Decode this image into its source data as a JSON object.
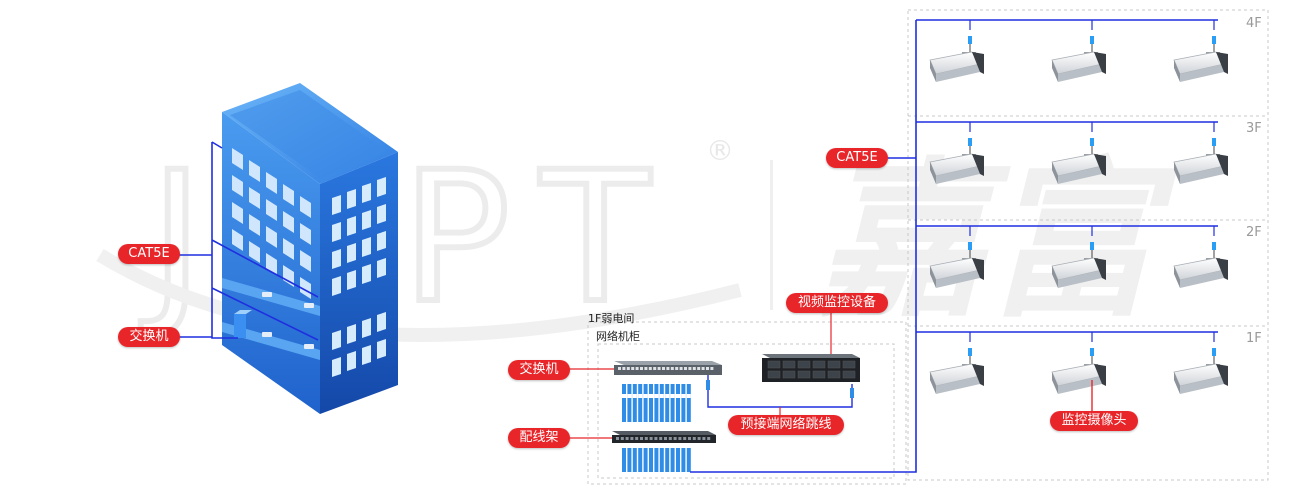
{
  "colors": {
    "label_red": "#e8262a",
    "cable_blue": "#1f2fe0",
    "building_blue": "#2f7de2",
    "dash_gray": "#c9c9c9",
    "watermark": "#eeeeee"
  },
  "watermark": {
    "brand": "JDPT",
    "brand_cn": "嘉富",
    "registered": "®"
  },
  "building": {
    "cable_label": "CAT5E",
    "switch_label": "交换机"
  },
  "room": {
    "title": "1F弱电间",
    "cabinet_title": "网络机柜",
    "switch_label": "交换机",
    "patch_panel_label": "配线架",
    "nvr_label": "视频监控设备",
    "patch_cord_label": "预接端网络跳线"
  },
  "floors": {
    "cable_label": "CAT5E",
    "camera_label": "监控摄像头",
    "items": [
      {
        "name": "4F",
        "cameras": 3
      },
      {
        "name": "3F",
        "cameras": 3
      },
      {
        "name": "2F",
        "cameras": 3
      },
      {
        "name": "1F",
        "cameras": 3
      }
    ]
  }
}
